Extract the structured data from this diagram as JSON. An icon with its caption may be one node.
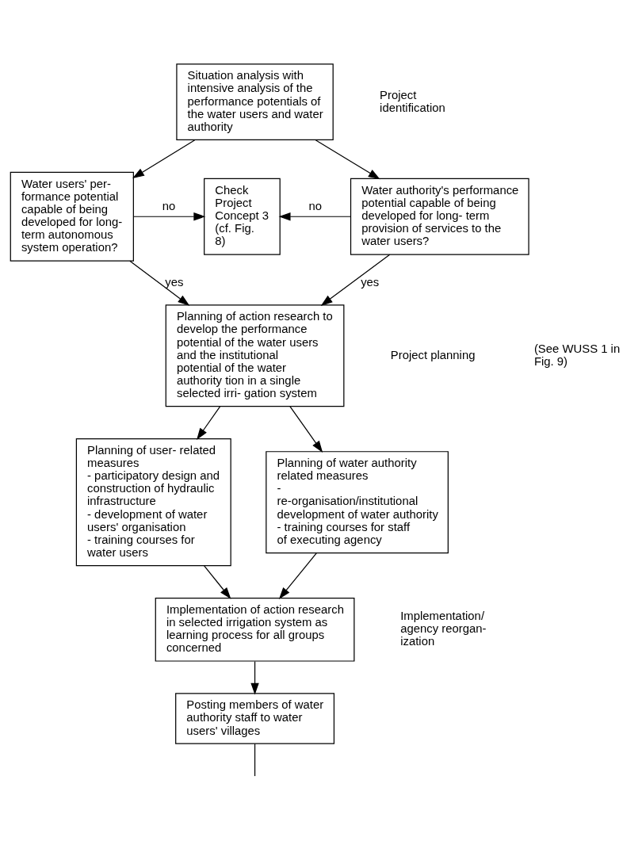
{
  "diagram": {
    "nodes": [
      {
        "text": [
          "Situation analysis with intensive analysis of the performance potentials of the water users and water authority"
        ]
      },
      {
        "text": [
          "Water users' per- formance potential capable of being developed for long- term autonomous system operation?"
        ]
      },
      {
        "text": [
          "Check Project Concept 3 (cf. Fig. 8)"
        ]
      },
      {
        "text": [
          "Water authority's performance potential capable of being developed for long- term provision of services to the water users?"
        ]
      },
      {
        "text": [
          "Planning of action research to develop the performance potential of the water users and the institutional potential of the water authority tion in a single selected irri- gation system"
        ]
      },
      {
        "text": [
          "Planning of user- related measures",
          "- participatory design and construction of hydraulic infrastructure",
          "- development of water users' organisation",
          "- training courses for water users"
        ]
      },
      {
        "text": [
          "Planning of water authority related measures",
          "- re-organisation/institutional development of water authority",
          "- training courses for staff of executing agency"
        ]
      },
      {
        "text": [
          "Implementation of action research in selected irrigation system as learning process for all groups concerned"
        ]
      },
      {
        "text": [
          "Posting members of water authority staff to water users' villages"
        ]
      }
    ],
    "edges": [
      {
        "from": 0,
        "to": 1,
        "arrow": "to"
      },
      {
        "from": 0,
        "to": 3,
        "arrow": "to"
      },
      {
        "from": 1,
        "to": 2,
        "arrow": "to",
        "label": "no"
      },
      {
        "from": 3,
        "to": 2,
        "arrow": "to",
        "label": "no"
      },
      {
        "from": 1,
        "to": 4,
        "arrow": "to",
        "label": "yes"
      },
      {
        "from": 3,
        "to": 4,
        "arrow": "to",
        "label": "yes"
      },
      {
        "from": 4,
        "to": 5,
        "arrow": "to"
      },
      {
        "from": 4,
        "to": 6,
        "arrow": "to"
      },
      {
        "from": 5,
        "to": 7,
        "arrow": "to"
      },
      {
        "from": 6,
        "to": 7,
        "arrow": "to"
      },
      {
        "from": 7,
        "to": 8,
        "arrow": "to"
      },
      {
        "from": 8,
        "to": null,
        "arrow": "none"
      }
    ],
    "labels": [
      "Project identification",
      "Project planning",
      "(See WUSS 1 in Fig. 9)",
      "Implementation/ agency reorgan- ization"
    ]
  }
}
